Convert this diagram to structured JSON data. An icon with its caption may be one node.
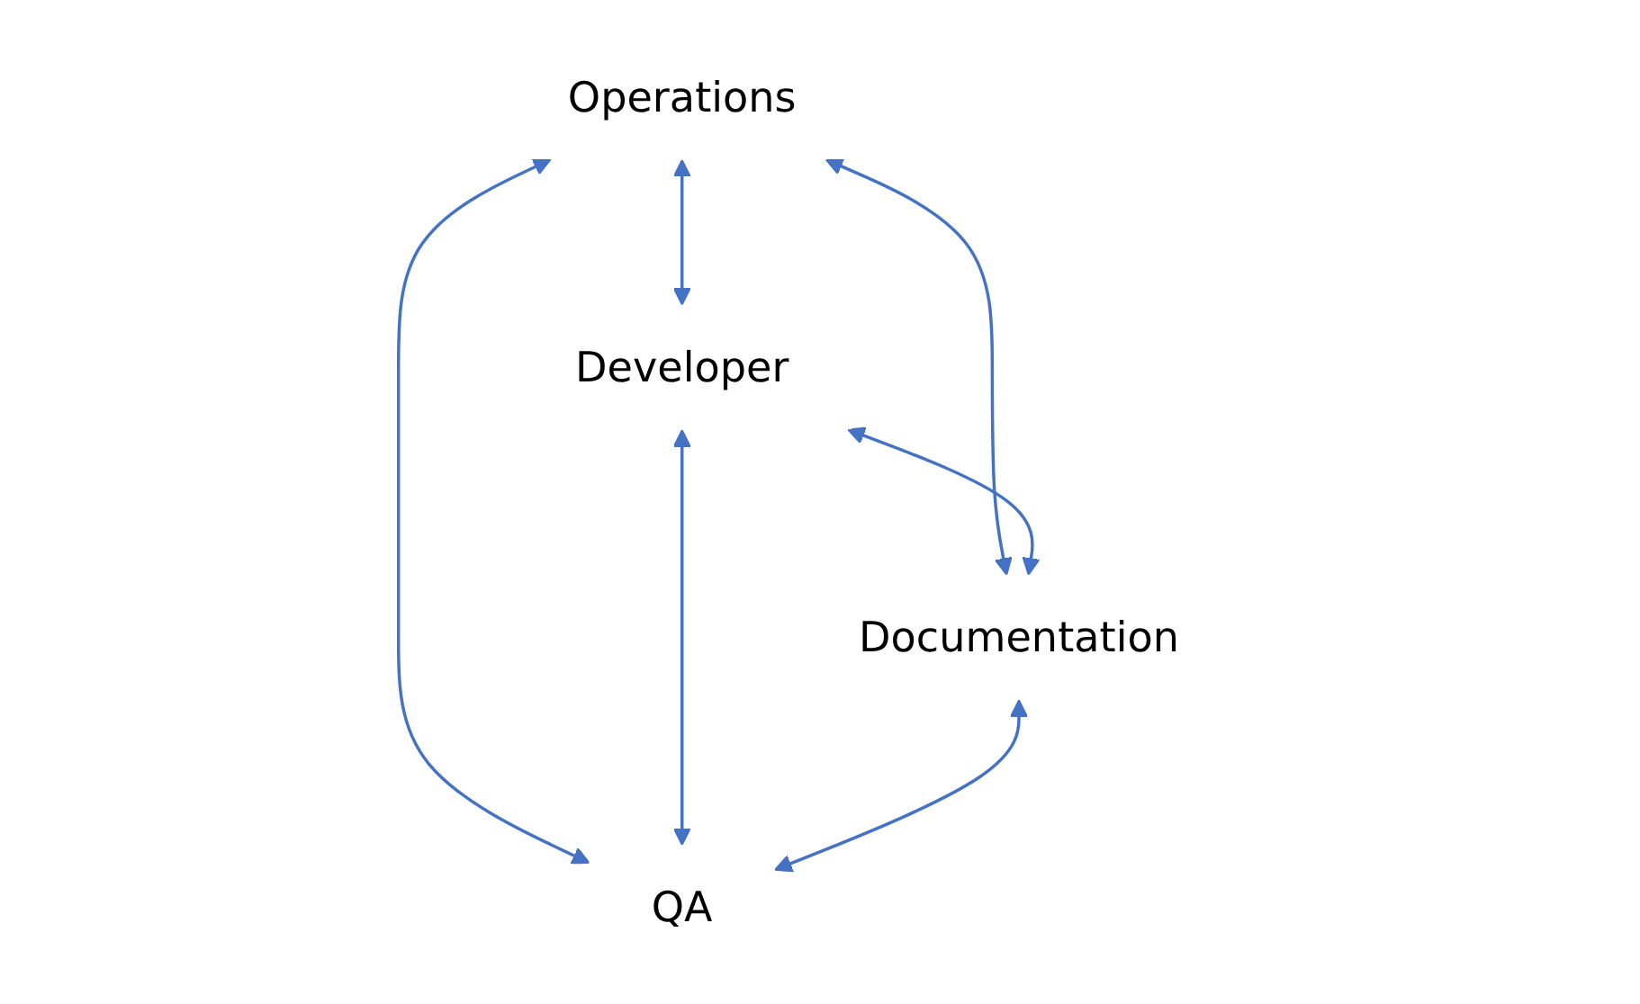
{
  "diagram": {
    "nodes": [
      {
        "text": [
          "Operations"
        ]
      },
      {
        "text": [
          "Developer"
        ]
      },
      {
        "text": [
          "Documentation"
        ]
      },
      {
        "text": [
          "QA"
        ]
      }
    ],
    "edges": [
      {
        "from": 0,
        "to": 1,
        "arrow": "both"
      },
      {
        "from": 0,
        "to": 3,
        "arrow": "both"
      },
      {
        "from": 0,
        "to": 2,
        "arrow": "both"
      },
      {
        "from": 1,
        "to": 2,
        "arrow": "both"
      },
      {
        "from": 1,
        "to": 3,
        "arrow": "both"
      },
      {
        "from": 2,
        "to": 3,
        "arrow": "both"
      }
    ]
  }
}
